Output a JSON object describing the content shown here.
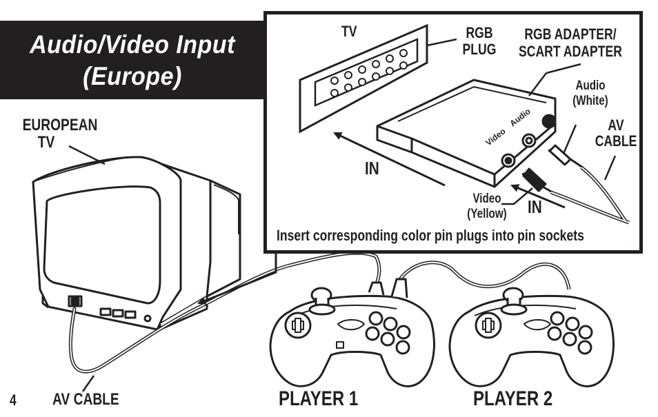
{
  "title": {
    "line1": "Audio/Video Input",
    "line2": "(Europe)"
  },
  "labels": {
    "european_tv": [
      "EUROPEAN",
      "TV"
    ],
    "tv": "TV",
    "rgb_plug": [
      "RGB",
      "PLUG"
    ],
    "rgb_adapter": [
      "RGB ADAPTER/",
      "SCART ADAPTER"
    ],
    "audio_white": [
      "Audio",
      "(White)"
    ],
    "av_cable_inset": [
      "AV",
      "CABLE"
    ],
    "in_left": "IN",
    "in_right": "IN",
    "video_yellow": [
      "Video",
      "(Yellow)"
    ],
    "socket_video": "Video",
    "socket_audio": "Audio",
    "instruction": "Insert corresponding color pin plugs into pin sockets",
    "av_cable_bottom": "AV CABLE",
    "player1": "PLAYER 1",
    "player2": "PLAYER 2",
    "page_number": "4"
  },
  "colors": {
    "ink": "#231f20",
    "paper": "#ffffff",
    "banner": "#231f20"
  }
}
